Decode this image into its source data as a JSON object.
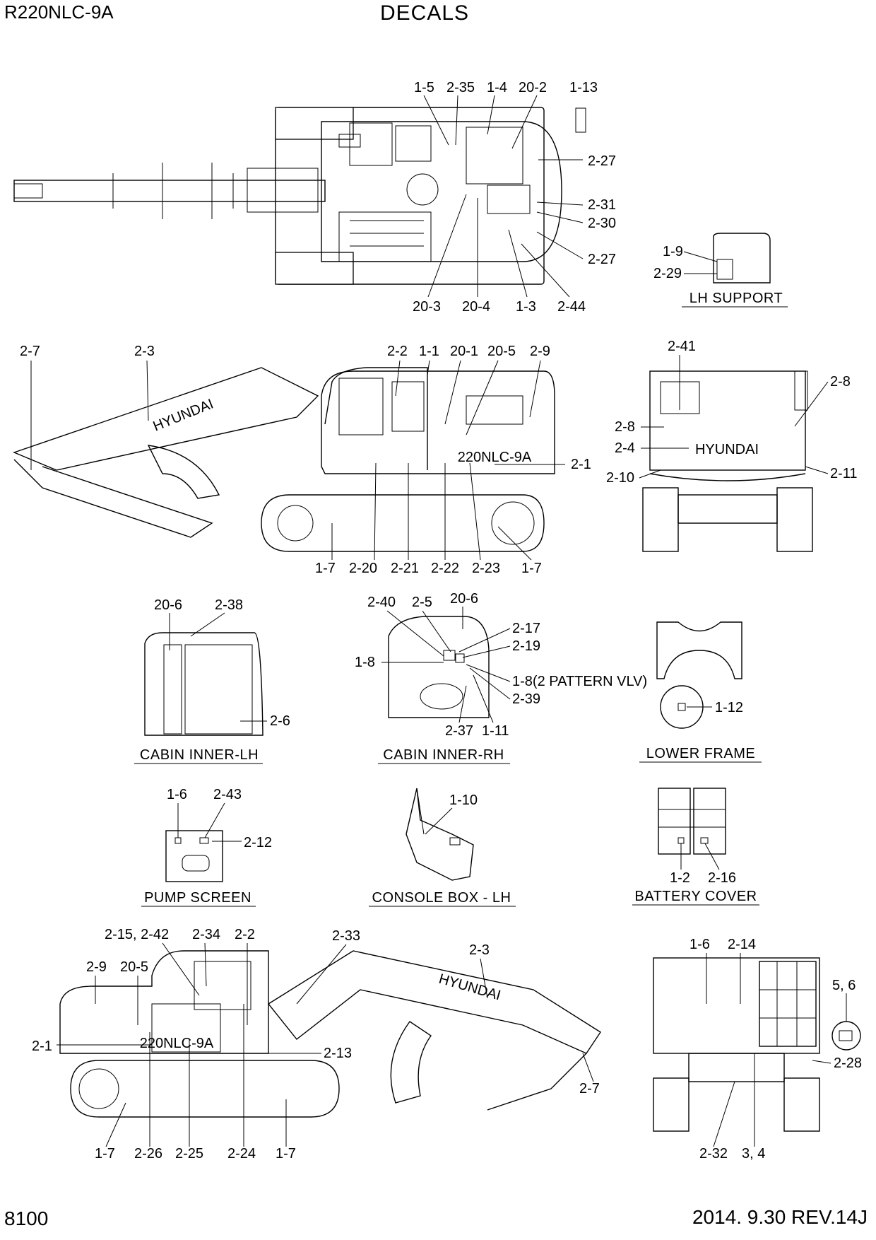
{
  "header": {
    "model": "R220NLC-9A",
    "title": "DECALS"
  },
  "footer": {
    "page_number": "8100",
    "revision": "2014. 9.30  REV.14J"
  },
  "captions": {
    "lh_support": "LH SUPPORT",
    "cabin_inner_lh": "CABIN INNER-LH",
    "cabin_inner_rh": "CABIN INNER-RH",
    "lower_frame": "LOWER FRAME",
    "pump_screen": "PUMP SCREEN",
    "console_box_lh": "CONSOLE BOX - LH",
    "battery_cover": "BATTERY COVER"
  },
  "brand_text": "HYUNDAI",
  "model_badge": "220NLC-9A",
  "callouts": {
    "top": [
      "1-5",
      "2-35",
      "1-4",
      "20-2",
      "1-13",
      "2-27",
      "2-31",
      "2-30",
      "2-27",
      "20-3",
      "20-4",
      "1-3",
      "2-44"
    ],
    "lh_support": [
      "1-9",
      "2-29"
    ],
    "side_left": [
      "2-7",
      "2-3",
      "2-2",
      "1-1",
      "20-1",
      "20-5",
      "2-9",
      "2-1",
      "1-7",
      "2-20",
      "2-21",
      "2-22",
      "2-23",
      "1-7"
    ],
    "rear": [
      "2-41",
      "2-8",
      "2-8",
      "2-4",
      "2-10",
      "2-11"
    ],
    "cabin_lh": [
      "20-6",
      "2-38",
      "2-6"
    ],
    "cabin_rh": [
      "2-40",
      "2-5",
      "20-6",
      "2-17",
      "2-19",
      "1-8",
      "1-8(2 PATTERN VLV)",
      "2-39",
      "2-37",
      "1-11"
    ],
    "lower_frame": [
      "1-12"
    ],
    "pump_screen": [
      "1-6",
      "2-43",
      "2-12"
    ],
    "console": [
      "1-10"
    ],
    "battery": [
      "1-2",
      "2-16"
    ],
    "side_right": [
      "2-15, 2-42",
      "2-34",
      "2-2",
      "2-33",
      "2-3",
      "2-9",
      "20-5",
      "2-1",
      "2-13",
      "2-7",
      "1-7",
      "2-26",
      "2-25",
      "2-24",
      "1-7"
    ],
    "front": [
      "1-6",
      "2-14",
      "5, 6",
      "2-28",
      "2-32",
      "3, 4"
    ]
  }
}
